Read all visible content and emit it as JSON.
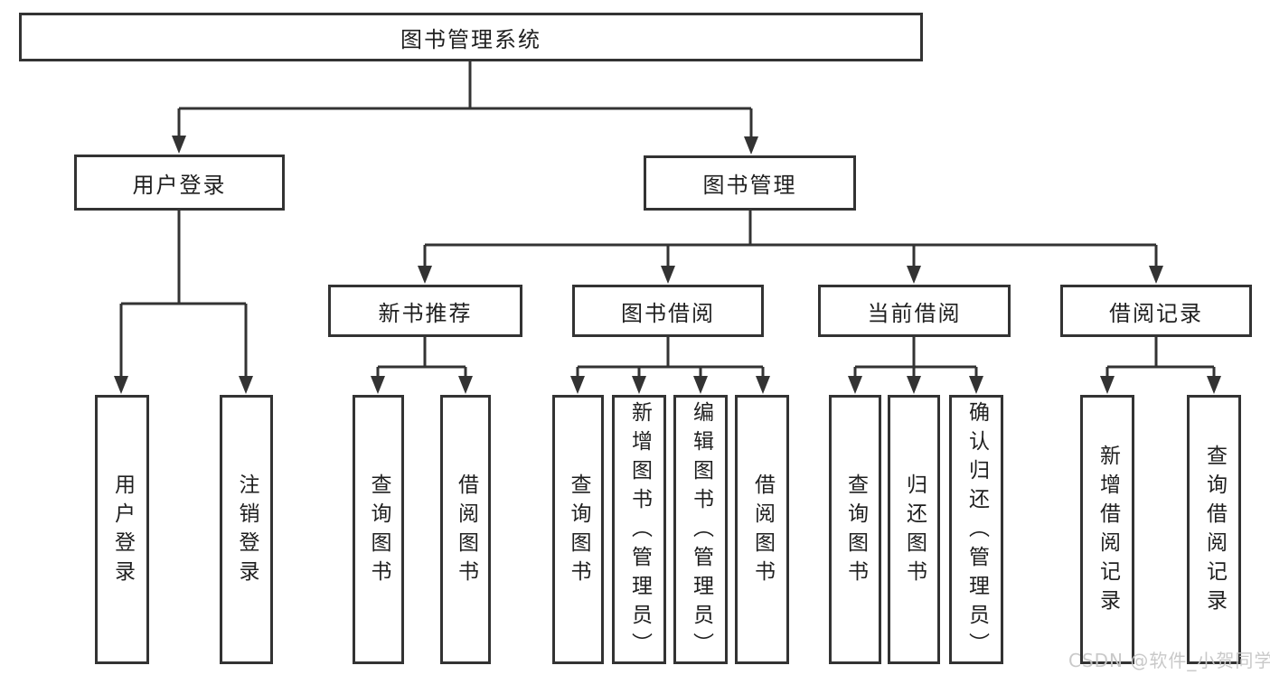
{
  "tree": {
    "label": "图书管理系统",
    "children": [
      {
        "label": "用户登录",
        "children": [
          {
            "label": "用户登录"
          },
          {
            "label": "注销登录"
          }
        ]
      },
      {
        "label": "图书管理",
        "children": [
          {
            "label": "新书推荐",
            "children": [
              {
                "label": "查询图书"
              },
              {
                "label": "借阅图书"
              }
            ]
          },
          {
            "label": "图书借阅",
            "children": [
              {
                "label": "查询图书"
              },
              {
                "label": "新增图书（管理员）"
              },
              {
                "label": "编辑图书（管理员）"
              },
              {
                "label": "借阅图书"
              }
            ]
          },
          {
            "label": "当前借阅",
            "children": [
              {
                "label": "查询图书"
              },
              {
                "label": "归还图书"
              },
              {
                "label": "确认归还（管理员）"
              }
            ]
          },
          {
            "label": "借阅记录",
            "children": [
              {
                "label": "新增借阅记录"
              },
              {
                "label": "查询借阅记录"
              }
            ]
          }
        ]
      }
    ]
  },
  "watermark": {
    "text": "CSDN @软件_小贺同学"
  },
  "colors": {
    "line": "#333333",
    "text": "#1f1f1f",
    "background": "#ffffff",
    "watermark_gray": "#c6c6c6"
  }
}
